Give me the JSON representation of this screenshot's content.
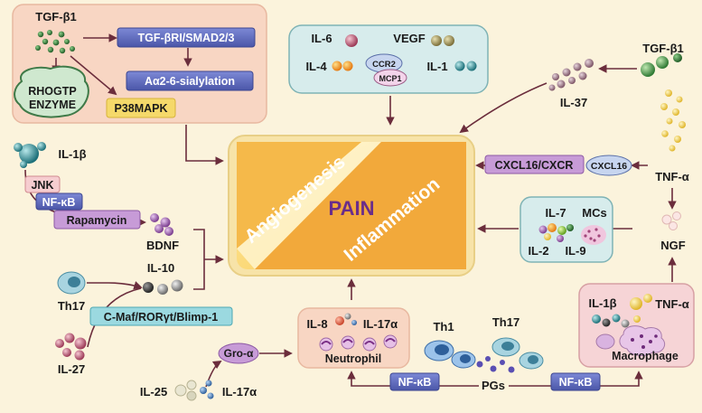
{
  "center": {
    "title": "PAIN",
    "angiogenesis": "Angiogenesis",
    "inflammation": "Inflammation"
  },
  "top_left": {
    "tgfb1": "TGF-β1",
    "smad": "TGF-βRI/SMAD2/3",
    "sialylation": "Aα2-6-sialylation",
    "rhogtp": [
      "RHOGTP",
      "ENZYME"
    ],
    "p38": "P38MAPK"
  },
  "top_center": {
    "il6": "IL-6",
    "vegf": "VEGF",
    "il4": "IL-4",
    "il1": "IL-1",
    "ccr2": "CCR2",
    "mcp1": "MCP1"
  },
  "right": {
    "tgfb1": "TGF-β1",
    "il37": "IL-37",
    "cxcl16_cxcr": "CXCL16/CXCR",
    "cxcl16": "CXCL16",
    "tnfa": "TNF-α",
    "ngf": "NGF",
    "il7": "IL-7",
    "il2": "IL-2",
    "il9": "IL-9",
    "mcs": "MCs"
  },
  "left": {
    "il1b": "IL-1β",
    "jnk": "JNK",
    "nfkb": "NF-κB",
    "rapamycin": "Rapamycin",
    "bdnf": "BDNF",
    "il10": "IL-10",
    "th17": "Th17",
    "cmaf": "C-Maf/RORγt/Blimp-1",
    "il27": "IL-27"
  },
  "bottom": {
    "gro": "Gro-α",
    "il25": "IL-25",
    "il17a_left": "IL-17α",
    "il8": "IL-8",
    "il17a": "IL-17α",
    "neutrophil": "Neutrophil",
    "th1": "Th1",
    "th17": "Th17",
    "pgs": "PGs",
    "nfkb_left": "NF-κB",
    "nfkb_right": "NF-κB",
    "il1b": "IL-1β",
    "tnfa": "TNF-α",
    "macrophage": "Macrophage"
  }
}
